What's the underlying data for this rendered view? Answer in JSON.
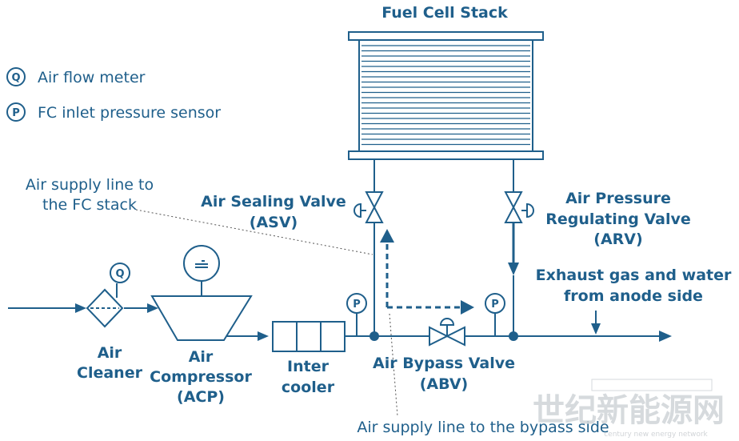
{
  "title": "Fuel Cell Stack",
  "legend": {
    "q_symbol": "Q",
    "q_label": "Air flow meter",
    "p_symbol": "P",
    "p_label": "FC inlet pressure sensor"
  },
  "labels": {
    "air_supply_fc_line1": "Air supply line to",
    "air_supply_fc_line2": "the FC stack",
    "asv_line1": "Air Sealing Valve",
    "asv_line2": "(ASV)",
    "arv_line1": "Air Pressure",
    "arv_line2": "Regulating Valve",
    "arv_line3": "(ARV)",
    "exhaust_line1": "Exhaust gas and water",
    "exhaust_line2": "from anode side",
    "cleaner_line1": "Air",
    "cleaner_line2": "Cleaner",
    "compressor_line1": "Air",
    "compressor_line2": "Compressor",
    "compressor_line3": "(ACP)",
    "intercooler_line1": "Inter",
    "intercooler_line2": "cooler",
    "abv_line1": "Air Bypass Valve",
    "abv_line2": "(ABV)",
    "bypass_side": "Air supply line to the bypass side",
    "sensor_q": "Q",
    "sensor_p": "P"
  },
  "watermark": {
    "text": "世纪新能源网",
    "sub": "century new energy network"
  },
  "colors": {
    "primary": "#1f5f8b",
    "watermark": "#cfd4d8"
  }
}
